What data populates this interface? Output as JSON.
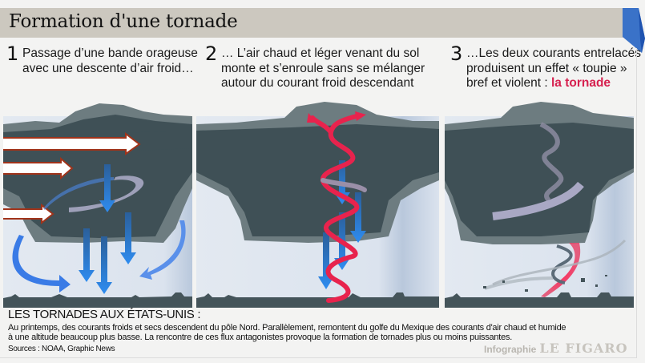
{
  "header": {
    "title": "Formation d'une tornade",
    "accent_color": "#3a72c8",
    "bar_color": "#ccc8bf"
  },
  "steps": [
    {
      "number": "1",
      "lines": [
        "Passage d’une bande orageuse",
        "avec une descente d’air froid…"
      ]
    },
    {
      "number": "2",
      "lines": [
        "… L’air chaud et léger venant du sol",
        "monte et s’enroule sans se mélanger",
        "autour du courant froid descendant"
      ]
    },
    {
      "number": "3",
      "lines": [
        "…Les deux courants entrelacés",
        "produisent un effet « toupie »",
        "bref et violent : "
      ],
      "highlight": "la tornade",
      "highlight_color": "#d6204f"
    }
  ],
  "panels": [
    {
      "name": "panel-1",
      "description": "Storm cloud with incoming warm-air arrows and descending cold air",
      "icons": [
        "storm-cloud-icon",
        "warm-air-arrow-icon",
        "cold-air-arrow-icon",
        "rotation-band-icon"
      ]
    },
    {
      "name": "panel-2",
      "description": "Warm air spirals upward around descending cold current",
      "icons": [
        "storm-cloud-icon",
        "warm-air-spiral-icon",
        "cold-air-arrow-icon"
      ]
    },
    {
      "name": "panel-3",
      "description": "Intertwined currents form a spinning tornado touching the ground",
      "icons": [
        "storm-cloud-icon",
        "tornado-funnel-icon",
        "debris-icon"
      ]
    }
  ],
  "colors": {
    "cloud_dark": "#3f5056",
    "cloud_mid": "#6d7c80",
    "cloud_light": "#9aa5a8",
    "sky": "#dfe6ef",
    "ground": "#44545a",
    "cold_air": "#2f86e6",
    "warm_air": "#e8234d",
    "band": "#a9a8c4"
  },
  "footer": {
    "heading": "LES TORNADES AUX ÉTATS-UNIS :",
    "body_lines": [
      "Au printemps, des courants froids et secs descendent du pôle Nord. Parallèlement, remontent du golfe du Mexique des courants d'air chaud et humide",
      "à une altitude beaucoup plus basse. La rencontre de ces flux antagonistes provoque la formation de tornades plus ou moins puissantes."
    ],
    "source": "Sources : NOAA, Graphic News",
    "credit_label": "Infographie",
    "credit_brand": "LE FIGARO"
  }
}
